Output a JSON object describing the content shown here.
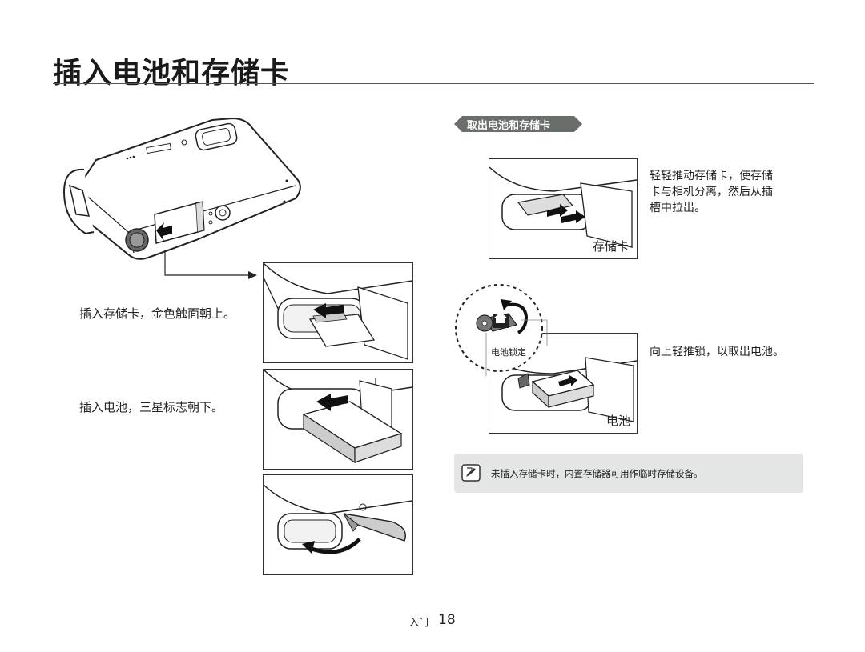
{
  "title": "插入电池和存储卡",
  "left": {
    "caption_card": "插入存储卡，金色触面朝上。",
    "caption_battery": "插入电池，三星标志朝下。"
  },
  "right": {
    "section_label": "取出电池和存储卡",
    "card_instruction_lines": [
      "轻轻推动存储卡，使存储",
      "卡与相机分离，然后从插",
      "槽中拉出。"
    ],
    "card_panel_label": "存储卡",
    "battery_lock_label": "电池锁定",
    "battery_instruction": "向上轻推锁，以取出电池。",
    "battery_panel_label": "电池"
  },
  "note": {
    "icon": "note-pencil-icon",
    "text": "未插入存储卡时，内置存储器可用作临时存储设备。"
  },
  "footer": {
    "section": "入门",
    "page_number": "18"
  }
}
